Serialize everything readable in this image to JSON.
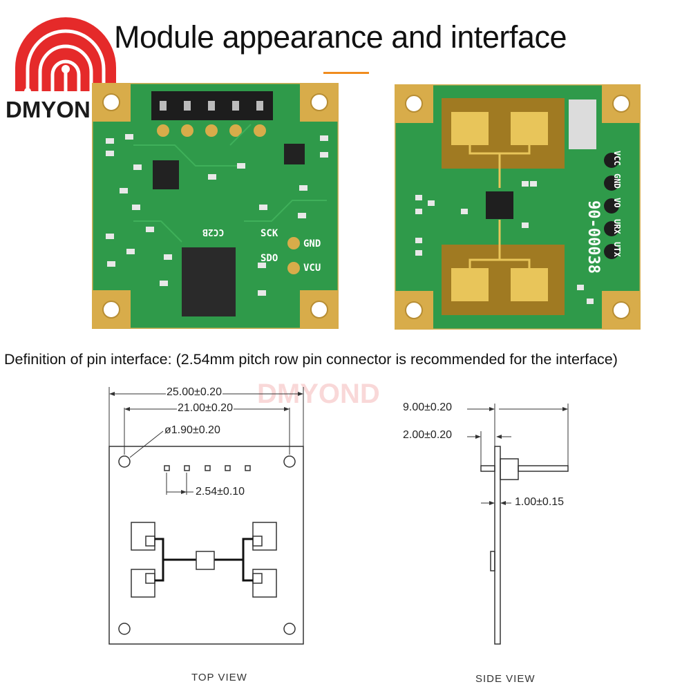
{
  "title": "Module appearance and interface",
  "brand": {
    "logo_text": "DMYOND",
    "watermark_text": "DMYOND",
    "logo_color": "#e52a2a"
  },
  "pin_definition": "Definition of pin interface: (2.54mm pitch row pin connector is recommended for the interface)",
  "front_board": {
    "pin_labels": {
      "sck": "SCK",
      "gnd": "GND",
      "sdo": "SDO",
      "vcu": "VCU"
    },
    "chip_marking": "CC2B"
  },
  "back_board": {
    "pin_labels": [
      "VCC",
      "GND",
      "VO",
      "URX",
      "UTX"
    ],
    "part_number": "90-00038"
  },
  "top_view": {
    "caption": "TOP VIEW",
    "dim_overall": "25.00±0.20",
    "dim_hole_spacing": "21.00±0.20",
    "dim_hole_diameter": "ø1.90±0.20",
    "dim_pin_pitch": "2.54±0.10"
  },
  "side_view": {
    "caption": "SIDE VIEW",
    "dim_total": "9.00±0.20",
    "dim_pin_offset": "2.00±0.20",
    "dim_board": "1.00±0.15"
  },
  "colors": {
    "pcb_green": "#2f9a4a",
    "gold_pad": "#d8ac4a",
    "underline": "#f08c1e"
  }
}
